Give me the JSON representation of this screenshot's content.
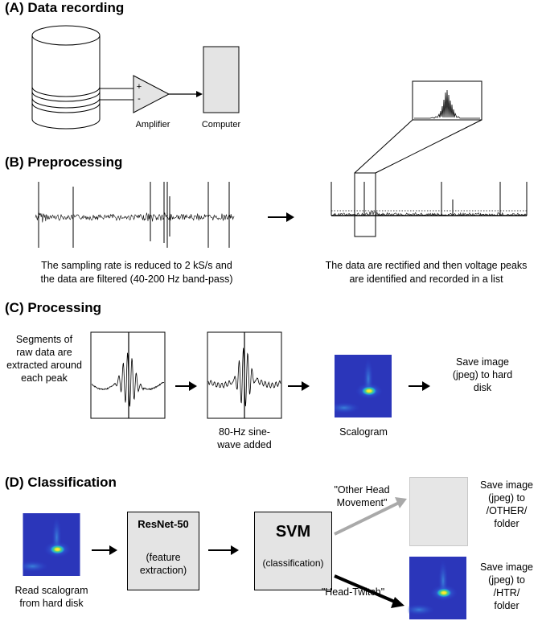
{
  "sections": {
    "a": "(A) Data recording",
    "b": "(B) Preprocessing",
    "c": "(C) Processing",
    "d": "(D) Classification"
  },
  "recording": {
    "plus": "+",
    "minus": "-",
    "amplifier": "Amplifier",
    "computer": "Computer"
  },
  "preprocessing": {
    "left_caption_1": "The sampling rate is reduced to 2 kS/s and",
    "left_caption_2": "the data are filtered (40-200 Hz band-pass)",
    "right_caption_1": "The data are rectified and then voltage peaks",
    "right_caption_2": "are identified and recorded in a list"
  },
  "processing": {
    "segments_1": "Segments of",
    "segments_2": "raw data are",
    "segments_3": "extracted around",
    "segments_4": "each peak",
    "sine_1": "80-Hz sine-",
    "sine_2": "wave added",
    "scalogram": "Scalogram",
    "save_1": "Save image",
    "save_2": "(jpeg) to hard",
    "save_3": "disk"
  },
  "classification": {
    "read_1": "Read scalogram",
    "read_2": "from hard disk",
    "resnet_title": "ResNet-50",
    "resnet_sub_1": "(feature",
    "resnet_sub_2": "extraction)",
    "svm_title": "SVM",
    "svm_sub": "(classification)",
    "other_label_1": "\"Other Head",
    "other_label_2": "Movement\"",
    "htr_label": "\"Head-Twitch\"",
    "other_save_1": "Save image",
    "other_save_2": "(jpeg) to",
    "other_save_3": "/OTHER/",
    "other_save_4": "folder",
    "htr_save_1": "Save image",
    "htr_save_2": "(jpeg) to",
    "htr_save_3": "/HTR/",
    "htr_save_4": "folder"
  },
  "colors": {
    "box_fill": "#e4e4e4",
    "gray_arrow": "#a9a9a9",
    "scalogram_bg": "#2a2fb0"
  }
}
